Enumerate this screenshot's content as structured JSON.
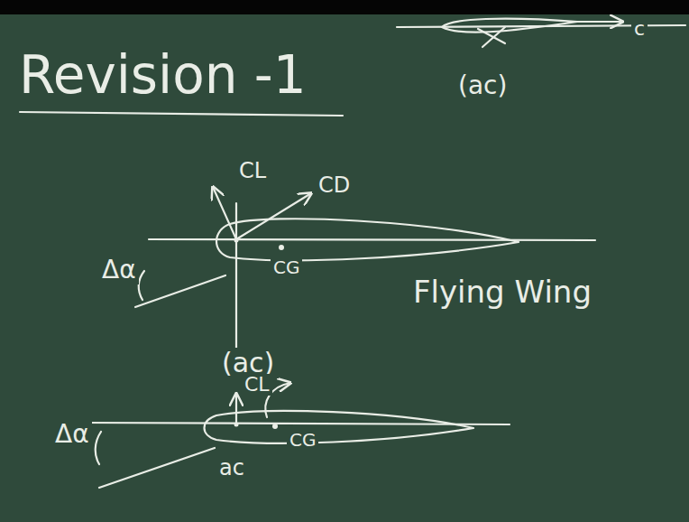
{
  "diagram": {
    "title": "Revision -1",
    "labels": [
      "(ac)",
      "c",
      "CL",
      "CD",
      "CG",
      "Δα",
      "Flying Wing",
      "(ac)",
      "CL",
      "CG",
      "Δα",
      "ac"
    ]
  }
}
